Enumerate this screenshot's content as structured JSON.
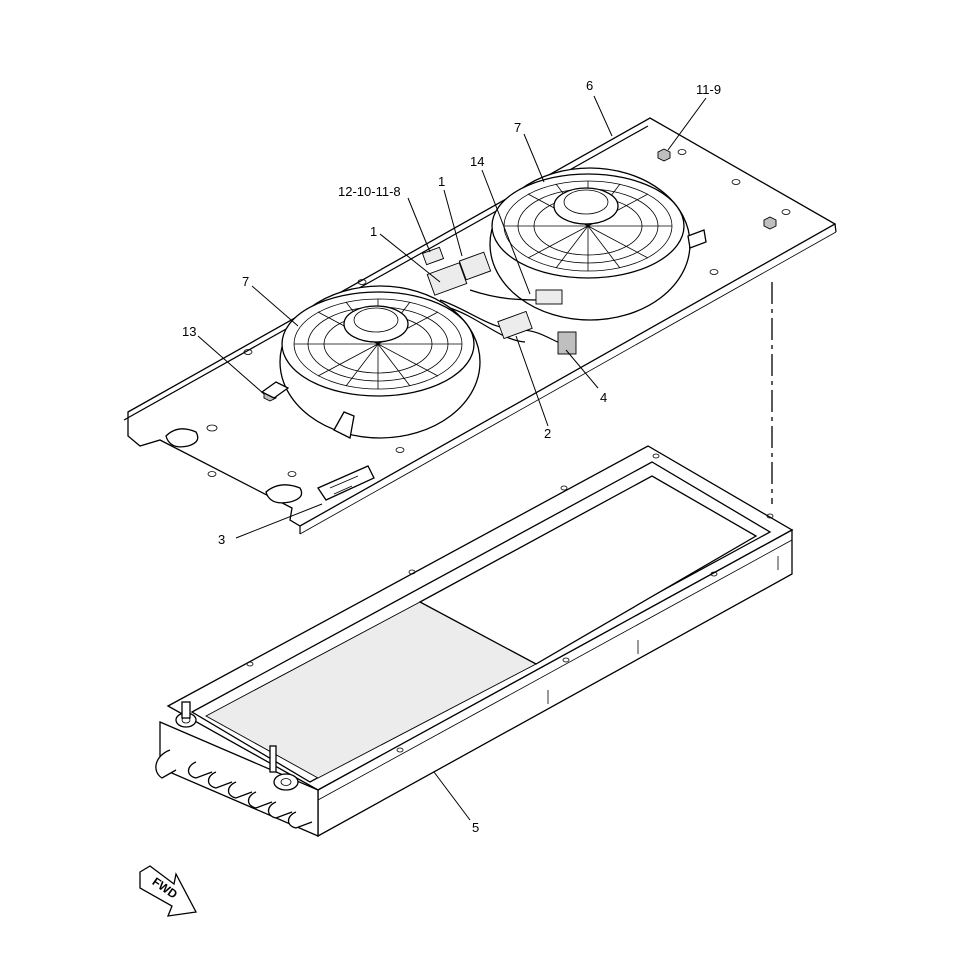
{
  "callouts": {
    "c6": "6",
    "c11_9": "11-9",
    "c7_top": "7",
    "c14": "14",
    "c1_top": "1",
    "c12_10_11_8": "12-10-11-8",
    "c1_mid": "1",
    "c7_left": "7",
    "c13": "13",
    "c4": "4",
    "c2": "2",
    "c3": "3",
    "c5": "5"
  },
  "fwd_label": "FWD"
}
